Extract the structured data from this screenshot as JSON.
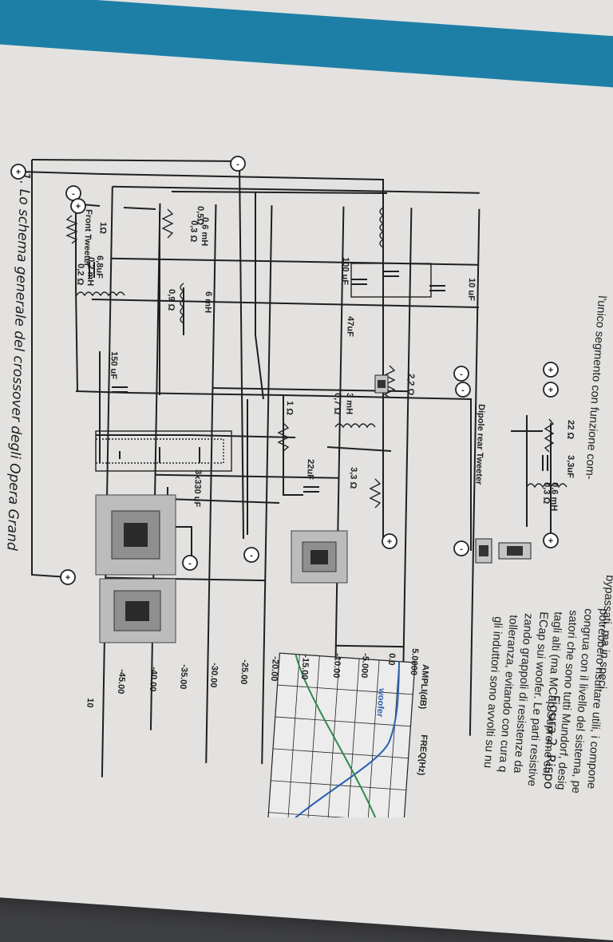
{
  "header": {
    "text": "l'unico segmento con funzione com-"
  },
  "body_text": [
    "potrebbero risultare utili, i compone",
    "congrua con il livello del sistema, pe",
    "satori che sono tutti Mundorf, desig",
    "tagli alti (ma MCap Supreme su",
    "ECap sui woofer. Le parti resistive",
    "zando grappoli di resistenze da",
    "tolleranza, evitando con cura q",
    "gli induttori sono avvolti su nu"
  ],
  "body_top_fragment": "bypassati, ma in speci",
  "caption_left": "1. Lo schema generale del crossover degli Opera Grand",
  "caption_right": "Figura 2. Rispo",
  "schematic": {
    "labels": {
      "r1": "1Ω",
      "c1": "6,8uF",
      "l1a": "0,2 mH",
      "l1b": "0,2 Ω",
      "front_tweeter": "Front Tweeter",
      "r2": "22 Ω",
      "c2": "3,3uF",
      "l2a": "0,6 mH",
      "l2b": "0,3 Ω",
      "dipole_tweeter": "Dipole rear Tweeter",
      "l3a": "0,6 mH",
      "l3b": "0,3 Ω",
      "c3": "10 uF",
      "c4": "100 uF",
      "c5": "47uF",
      "r3": "2,2 Ω",
      "l4a": "3 mH",
      "l4b": "0,7 Ω",
      "r4": "1 Ω",
      "r5": "3,3 Ω",
      "c6": "22uF",
      "r6": "0,5Ω",
      "l5a": "6 mH",
      "l5b": "0,9 Ω",
      "c7": "150 uF",
      "c8": "3x330 uF"
    },
    "terminal_plus": "+",
    "terminal_minus": "-"
  },
  "graph": {
    "y_title": "AMPLI(dB)",
    "x_title": "FREQ(Hz)",
    "y_ticks": [
      "5.0000",
      "0.0",
      "-5.000",
      "-10.00",
      "-15.00",
      "-20.00",
      "-25.00",
      "-30.00",
      "-35.00",
      "-40.00",
      "-45.00"
    ],
    "x_first_tick": "10",
    "legend": "woofer"
  },
  "colors": {
    "band": "#1e7fa6",
    "paper": "#e3e2e0",
    "woofer_curve": "#2c5fb0",
    "second_curve": "#2f8a4c"
  }
}
